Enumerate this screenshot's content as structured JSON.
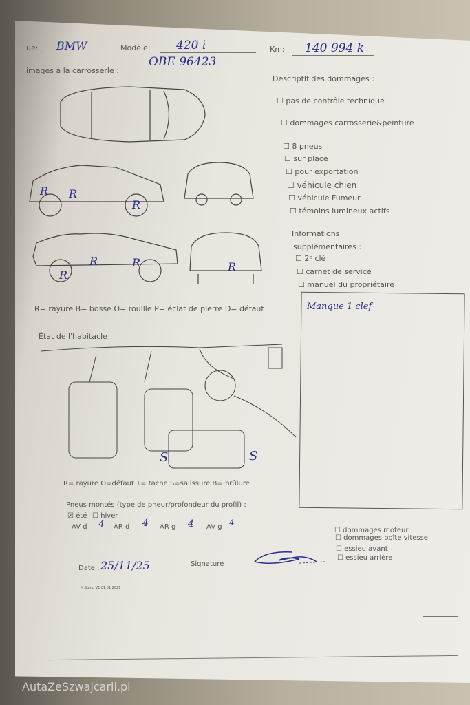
{
  "header": {
    "marque_label": "ue: _",
    "marque_value": "BMW",
    "modele_label": "Modèle:",
    "modele_value": "420 i",
    "km_label": "Km:",
    "km_value": "140 994 k",
    "plate_value": "OBE 96423"
  },
  "carrosserie": {
    "title": "images à la carrosserle :",
    "legend": "R= rayure B= bosse O= roullle P= éclat de plerre D= défaut",
    "marks": [
      "R",
      "R",
      "R",
      "R",
      "R",
      "R",
      "R"
    ]
  },
  "dommages": {
    "title": "Descriptlf des dommages :",
    "items": [
      "pas de contrôle technique",
      "dommages carrosserie&peinture",
      "8 pneus",
      "sur place",
      "pour exportation",
      "véhicule chien",
      "véhicule Fumeur",
      "témoins lumineux actifs"
    ]
  },
  "informations": {
    "title_line1": "Informations",
    "title_line2": "supplémentaires :",
    "items": [
      "2ᵉ clé",
      "carnet de service",
      "manuel du propriétaire"
    ]
  },
  "notes": {
    "text": "Manque 1 clef"
  },
  "habitacle": {
    "title": "État de l'habitacle",
    "legend": "R= rayure O=défaut T= tache S=salissure B= brûlure",
    "marks": [
      "S",
      "S"
    ]
  },
  "pneus": {
    "title": "Pneus montés (type de pneur/profondeur du profil) :",
    "ete": "été",
    "hiver": "hiver",
    "avd_label": "AV d",
    "avd_value": "4",
    "ard_label": "AR d",
    "ard_value": "4",
    "arg_label": "AR g",
    "arg_value": "4",
    "avg_label": "AV g",
    "avg_value": "4"
  },
  "mecanique": {
    "items": [
      "dommages moteur",
      "dommages boîte vitesse",
      "essieu avant",
      "essieu arrière"
    ]
  },
  "footer": {
    "date_label": "Date :",
    "date_value": "25/11/25",
    "signature_label": "Signature",
    "version": "M.Suing V1 01.01.2021"
  },
  "watermark": "AutaZeSzwajcarii.pl"
}
